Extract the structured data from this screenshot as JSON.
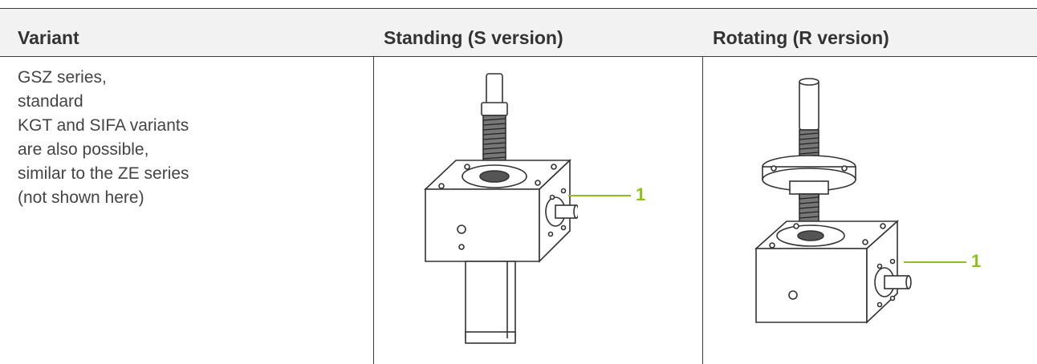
{
  "table": {
    "headers": [
      "Variant",
      "Standing (S version)",
      "Rotating (R version)"
    ],
    "rows": [
      {
        "variant_lines": [
          "GSZ series,",
          "standard",
          "KGT and SIFA variants",
          "are also possible,",
          "similar to the ZE series",
          "(not shown here)"
        ],
        "standing_callout": "1",
        "rotating_callout": "1"
      }
    ]
  },
  "colors": {
    "accent": "#8cbf1f",
    "header_bg": "#f2f2f2",
    "rule": "#3a3a3a",
    "text": "#444444"
  },
  "icons": [
    "screw-jack-standing-drawing",
    "screw-jack-rotating-drawing"
  ]
}
